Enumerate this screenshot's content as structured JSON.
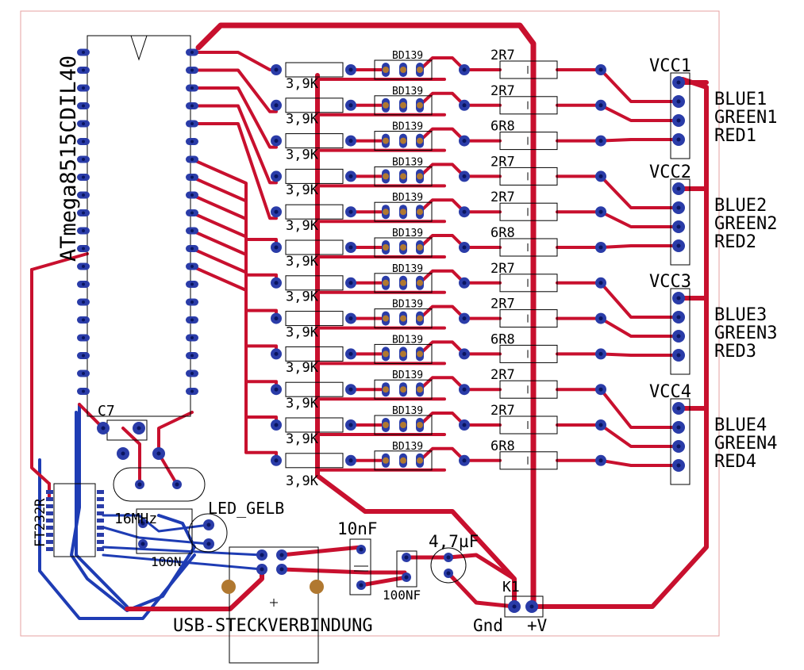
{
  "colors": {
    "top_trace": "#c8102e",
    "bottom_trace": "#1e3cb4",
    "pad": "#2a3ca8",
    "pad_hole": "#b07830",
    "outline": "#000000",
    "board_edge": "#e6a0a0"
  },
  "mcu": {
    "label": "ATmega8515CDIL40"
  },
  "transistor": {
    "label": "BD139"
  },
  "base_resistor": {
    "label": "3,9K"
  },
  "emitter_resistors": [
    "2R7",
    "2R7",
    "6R8",
    "2R7",
    "2R7",
    "6R8",
    "2R7",
    "2R7",
    "6R8",
    "2R7",
    "2R7",
    "6R8"
  ],
  "connectors": [
    {
      "vcc": "VCC1",
      "channels": [
        "BLUE1",
        "GREEN1",
        "RED1"
      ]
    },
    {
      "vcc": "VCC2",
      "channels": [
        "BLUE2",
        "GREEN2",
        "RED2"
      ]
    },
    {
      "vcc": "VCC3",
      "channels": [
        "BLUE3",
        "GREEN3",
        "RED3"
      ]
    },
    {
      "vcc": "VCC4",
      "channels": [
        "BLUE4",
        "GREEN4",
        "RED4"
      ]
    }
  ],
  "parts": {
    "c7": "C7",
    "ft232": "FT232R",
    "crystal": "16MHz",
    "led": "LED_GELB",
    "cap_100n_left": "100N",
    "cap_10nf": "10nF",
    "cap_100nf": "100NF",
    "cap_4_7uf": "4,7µF",
    "usb": "USB-STECKVERBINDUNG",
    "k1": "K1",
    "gnd": "Gnd",
    "vplus": "+V"
  }
}
